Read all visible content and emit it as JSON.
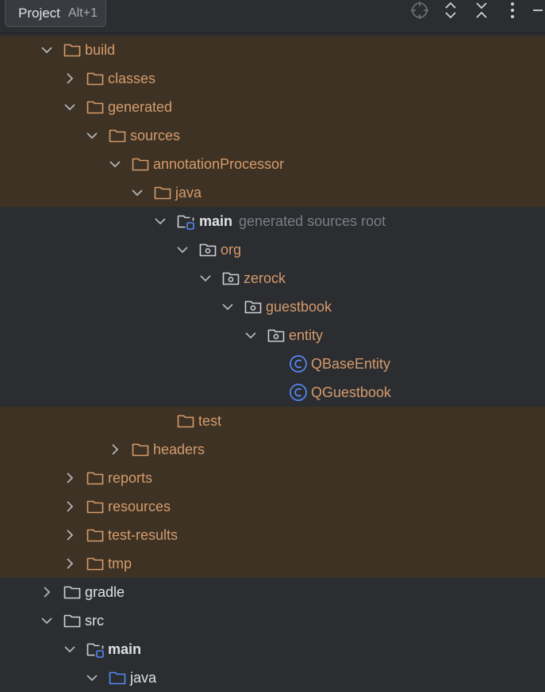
{
  "tooltip": {
    "title": "Project",
    "shortcut": "Alt+1"
  },
  "toolbar": {
    "icons": [
      "locate-icon",
      "expand-all-icon",
      "collapse-all-icon",
      "more-options-icon",
      "minimize-icon"
    ]
  },
  "tree": {
    "build": "build",
    "classes": "classes",
    "generated": "generated",
    "sources": "sources",
    "annotationProcessor": "annotationProcessor",
    "java1": "java",
    "main1": "main",
    "main1_hint": "generated sources root",
    "org": "org",
    "zerock": "zerock",
    "guestbook": "guestbook",
    "entity": "entity",
    "qbaseentity": "QBaseEntity",
    "qguestbook": "QGuestbook",
    "test": "test",
    "headers": "headers",
    "reports": "reports",
    "resources": "resources",
    "test_results": "test-results",
    "tmp": "tmp",
    "gradle": "gradle",
    "src": "src",
    "main2": "main",
    "java2": "java"
  },
  "colors": {
    "excluded_bg": "#3d3223",
    "excluded_text": "#d59b6d",
    "normal_text": "#dfe1e5",
    "source_root": "#548af7",
    "panel_bg": "#2b2d30"
  }
}
